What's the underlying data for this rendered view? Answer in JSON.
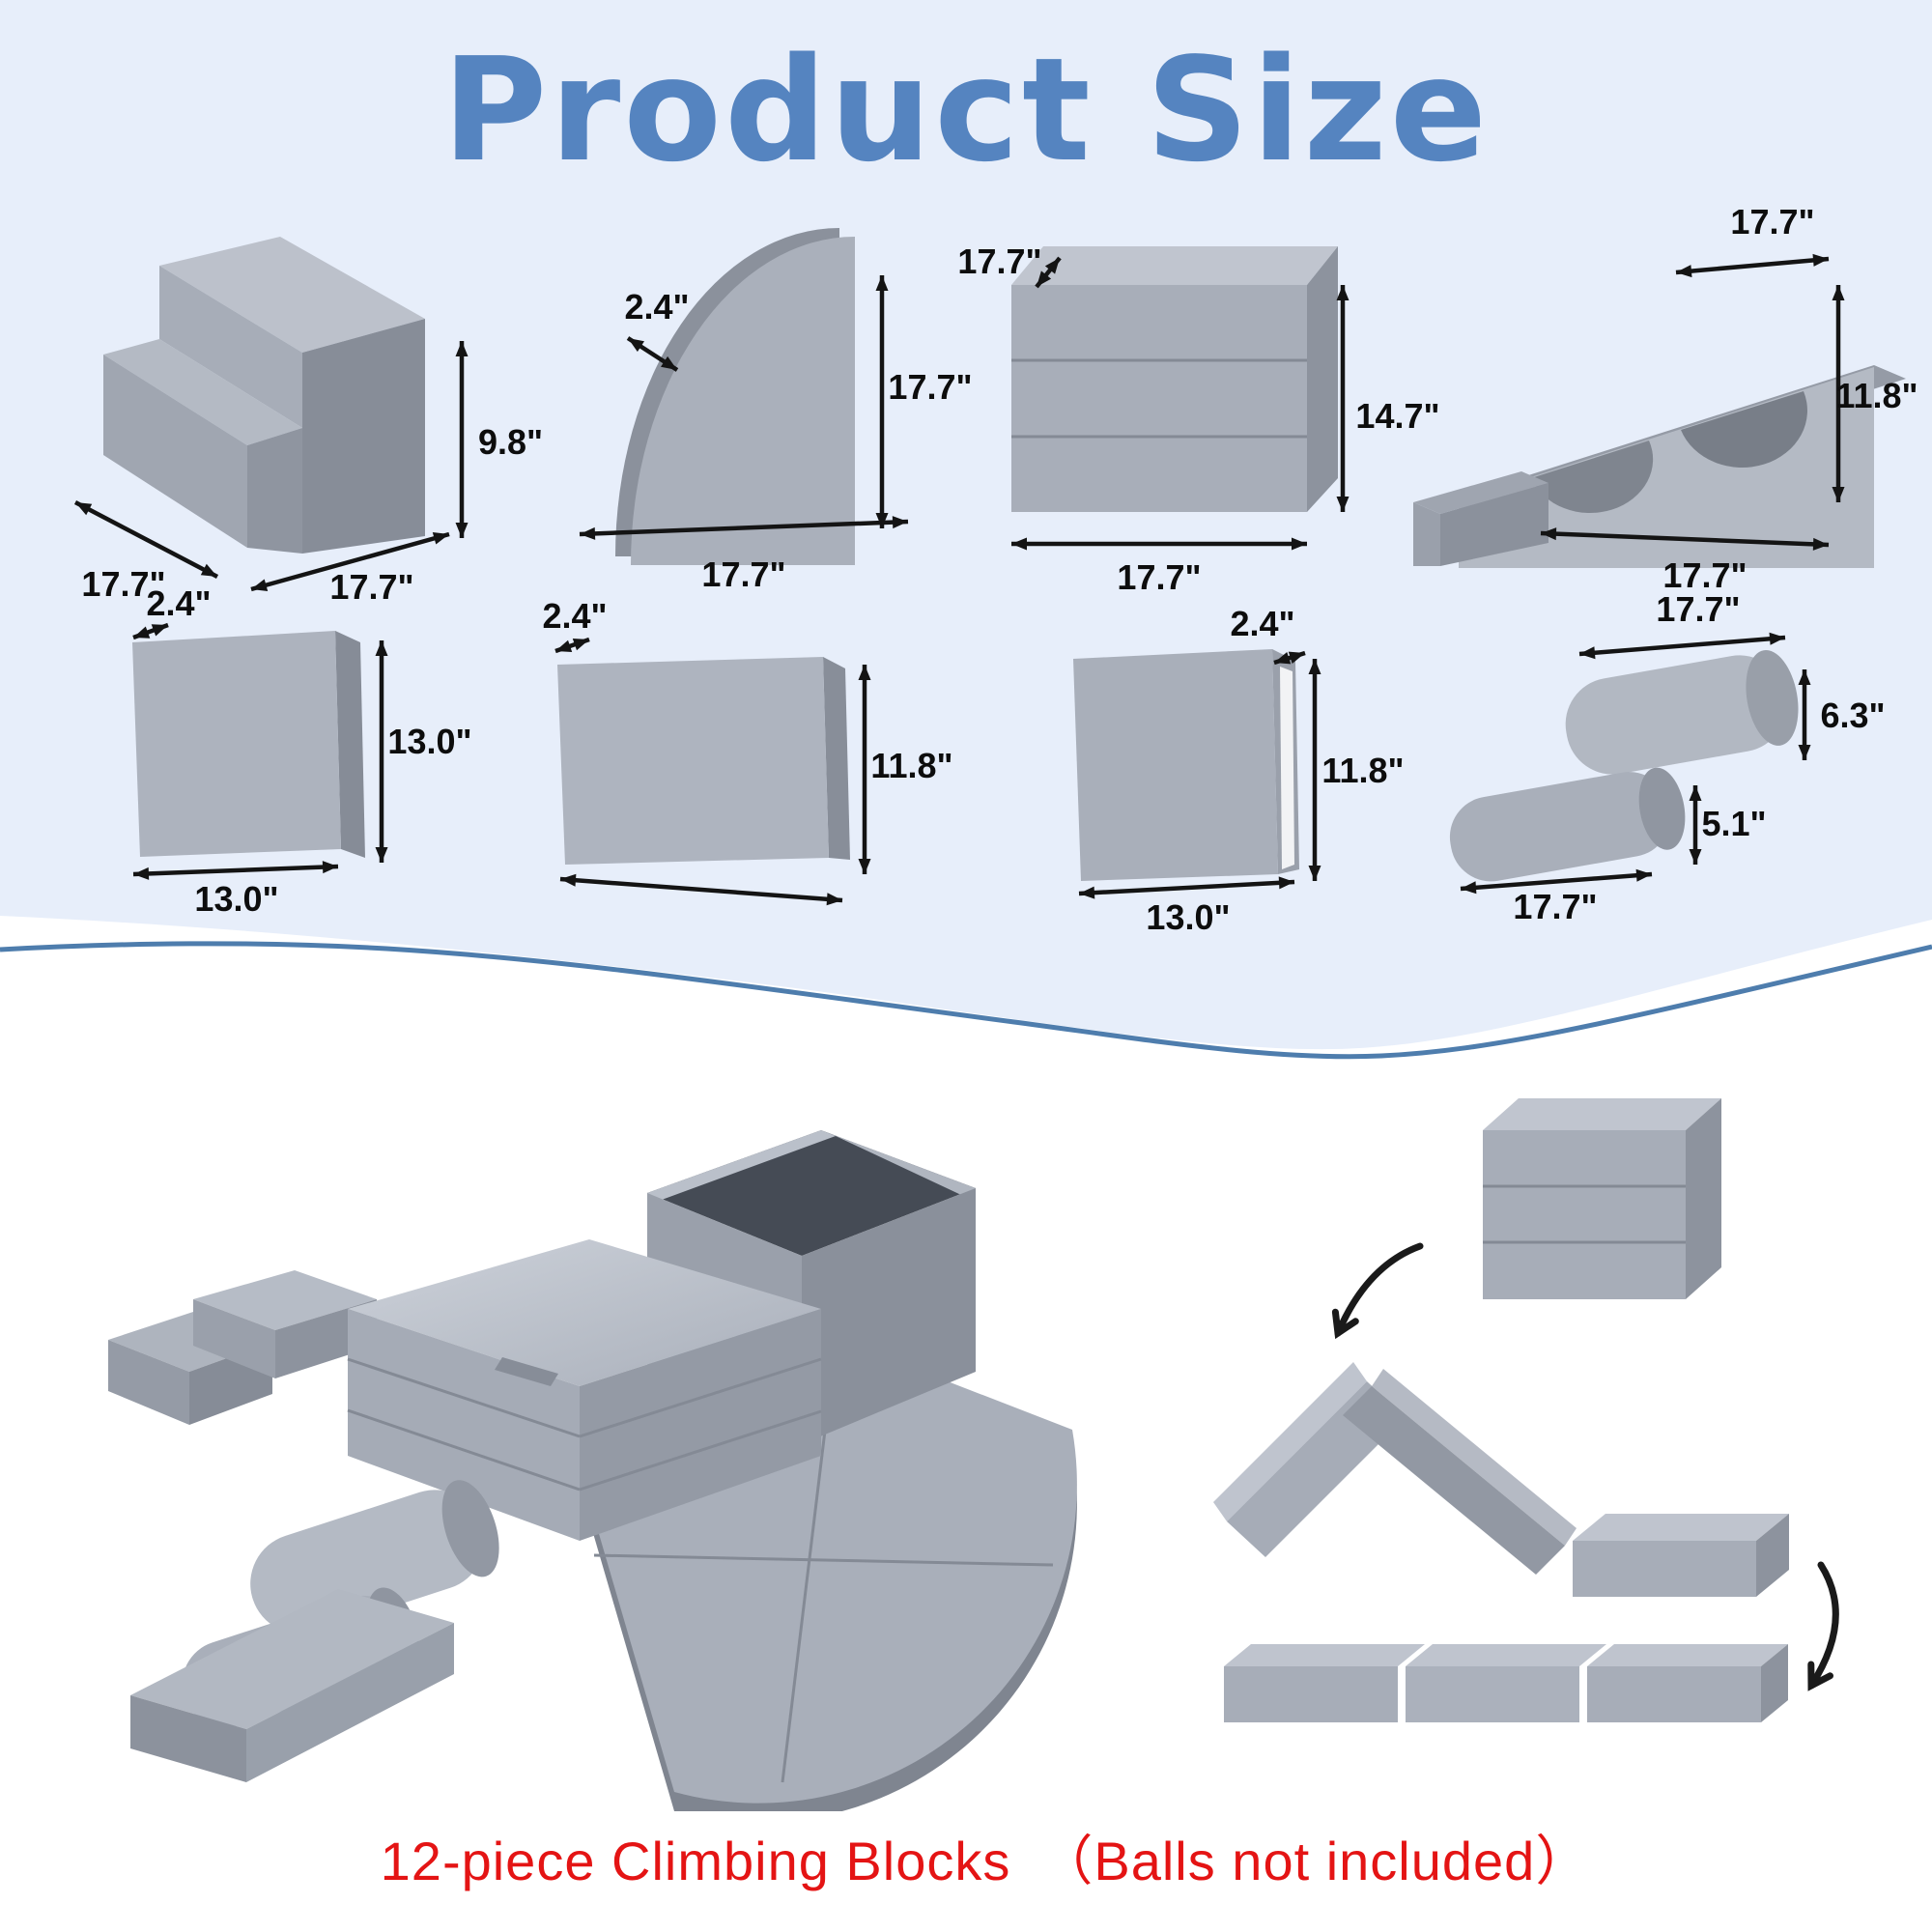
{
  "title": "Product Size",
  "caption": "12-piece Climbing Blocks　（Balls not included）",
  "colors": {
    "background": "#e7eefa",
    "title_blue": "#5584c0",
    "wave_line": "#4e7dad",
    "caption_red": "#e41414",
    "dimension_text": "#0d0d0d",
    "foam_gray": "#a9afba"
  },
  "items": [
    {
      "name": "two-step-stair-block",
      "depth": "17.7\"",
      "width": "17.7\"",
      "height": "9.8\""
    },
    {
      "name": "quarter-circle-panel",
      "thickness": "2.4\"",
      "height": "17.7\"",
      "width": "17.7\""
    },
    {
      "name": "three-stacked-blocks",
      "depth": "17.7\"",
      "height": "14.7\"",
      "width": "17.7\""
    },
    {
      "name": "double-wave-block",
      "depth": "17.7\"",
      "height": "11.8\"",
      "width": "17.7\""
    },
    {
      "name": "square-panel",
      "thickness": "2.4\"",
      "height": "13.0\"",
      "width": "13.0\""
    },
    {
      "name": "rectangle-panel",
      "thickness": "2.4\"",
      "height": "11.8\""
    },
    {
      "name": "square-panel-white-edge",
      "thickness": "2.4\"",
      "height": "11.8\"",
      "width": "13.0\""
    },
    {
      "name": "large-cylinder",
      "length": "17.7\"",
      "diameter": "6.3\""
    },
    {
      "name": "small-cylinder",
      "length": "17.7\"",
      "diameter": "5.1\""
    }
  ]
}
